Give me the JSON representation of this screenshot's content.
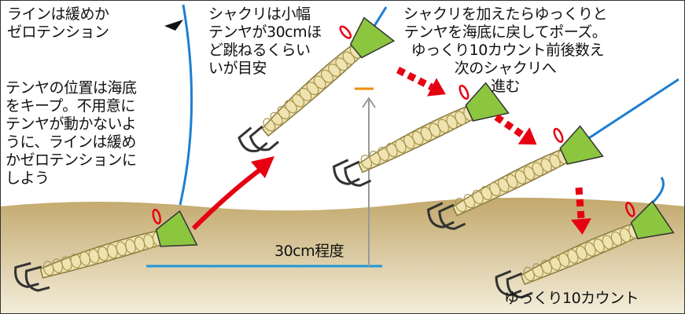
{
  "labels": {
    "line_slack": "ラインは緩めか\nゼロテンション",
    "jerk_small": "シャクリは小幅\nテンヤが30cmほ\nど跳ねるくらい\nいが目安",
    "return_pause": "シャクリを加えたらゆっくりと\nテンヤを海底に戻してポーズ。\n ゆっくり10カウント前後数え\n次のシャクリへ\n進む",
    "keep_bottom": "テンヤの位置は海底\nをキープ。不用意に\nテンヤが動かないよ\nうに、ラインは緩め\nかゼロテンションに\nしよう",
    "height": "30cm程度",
    "count": "ゆっくり10カウント"
  },
  "colors": {
    "seabed_top": "#c9b27a",
    "seabed_bottom": "#f2ead2",
    "line": "#1f7fd0",
    "arrow": "#e60012",
    "sinker": "#8cc63f",
    "shrimp": "#efe3b0"
  }
}
